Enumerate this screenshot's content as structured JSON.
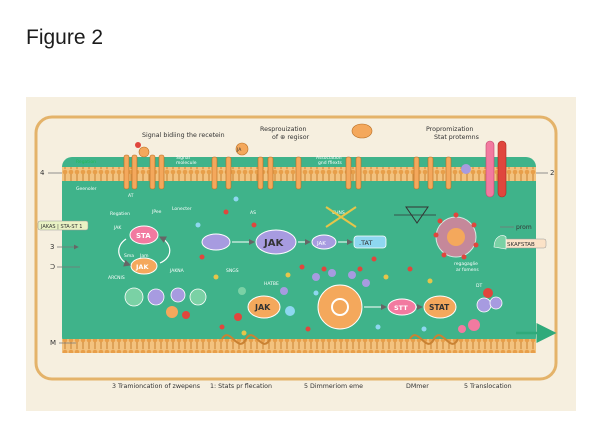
{
  "figure": {
    "title": "Figure 2"
  },
  "diagram": {
    "top_labels": {
      "signal": "Signal bidiing the recetein",
      "repro": [
        "Resprouization",
        "of ⊕ regisor"
      ],
      "proprom": [
        "Propromization",
        "Stat protemns"
      ]
    },
    "membrane_labels": {
      "regation": "Regation",
      "signal_molecule": [
        "Signal",
        "molecule"
      ],
      "association": [
        "Assoclation",
        "gnd ffiexts"
      ]
    },
    "side_labels": {
      "left_4": "4",
      "left_3": "3",
      "left_c": "ᑐ",
      "left_m": "M",
      "right_2": "2"
    },
    "tags": {
      "jak_stat_left": "JAKAS | STA-ST 1",
      "prom": "prom",
      "skaf_stab": "SKAFSTAB"
    },
    "inner_labels": {
      "geenoler": "Geenoler",
      "regatien": "Regatien",
      "jpee": "JPee",
      "lonecter": "Lonecter",
      "jak_small": "JAK",
      "sma": "Sma",
      "jam": "Jam",
      "arknis": "ARCNIS",
      "jakn": "JAKNA",
      "sngs": "SNGS",
      "hatbe": "HATBE",
      "chns": "CHNS",
      "ass": "AS",
      "regaglie": [
        "regagaglie",
        "ar fomens"
      ],
      "at": "AT",
      "dt": "DT"
    },
    "nodes": {
      "sta": "STA",
      "jak_left": "JAK",
      "jak_center": "JAK",
      "jak_small_right": "JAK",
      "tat": ".TAT",
      "jak_lower": "JAK",
      "stt": "STT",
      "stat_lower": "STAT",
      "ja": "JA"
    },
    "bottom_labels": {
      "b1": "3 Tramioncation of zwepens",
      "b2": "1: Stats pr flecation",
      "b3": "5 Dimmeriom eme",
      "b4": "DMmer",
      "b5": "5 Translocation"
    },
    "colors": {
      "green": "#3fb38a",
      "membrane": "#f2b76f",
      "frame": "#e6b46a",
      "jak_purple": "#a79be0",
      "pink": "#f27aa0",
      "orange": "#f4a85c",
      "red": "#e0463d"
    }
  }
}
